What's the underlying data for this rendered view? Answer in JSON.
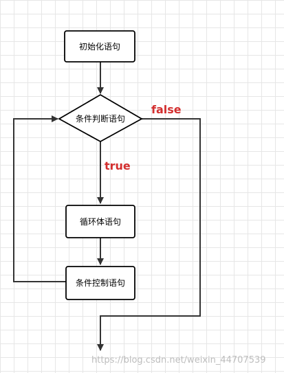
{
  "diagram": {
    "nodes": {
      "init": "初始化语句",
      "condition": "条件判断语句",
      "body": "循环体语句",
      "control": "条件控制语句"
    },
    "edge_labels": {
      "true": "true",
      "false": "false"
    }
  },
  "watermark": "https://blog.csdn.net/weixin_44707539",
  "colors": {
    "edge_label": "#d32f2f",
    "line": "#333333",
    "grid": "#e6e6e6"
  }
}
